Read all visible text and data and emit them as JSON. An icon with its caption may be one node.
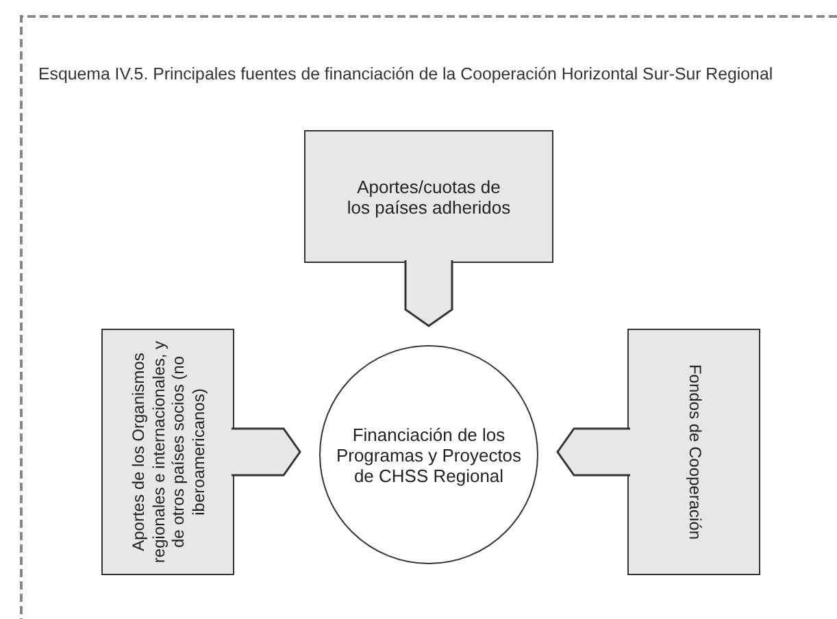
{
  "diagram": {
    "title": "Esquema IV.5. Principales fuentes de financiación de la Cooperación Horizontal Sur-Sur Regional",
    "nodes": [
      {
        "text": [
          "Aportes/cuotas de los países adheridos"
        ]
      },
      {
        "text": [
          "Aportes de los Organismos regionales e internacionales, y de otros países socios (no iberoamericanos)"
        ]
      },
      {
        "text": [
          "Financiación de los Programas y Proyectos de CHSS Regional"
        ]
      },
      {
        "text": [
          "Fondos de Cooperación"
        ]
      }
    ],
    "edges": [
      {
        "from": 0,
        "to": 2,
        "arrow": "to"
      },
      {
        "from": 1,
        "to": 2,
        "arrow": "to"
      },
      {
        "from": 3,
        "to": 2,
        "arrow": "to"
      }
    ]
  }
}
